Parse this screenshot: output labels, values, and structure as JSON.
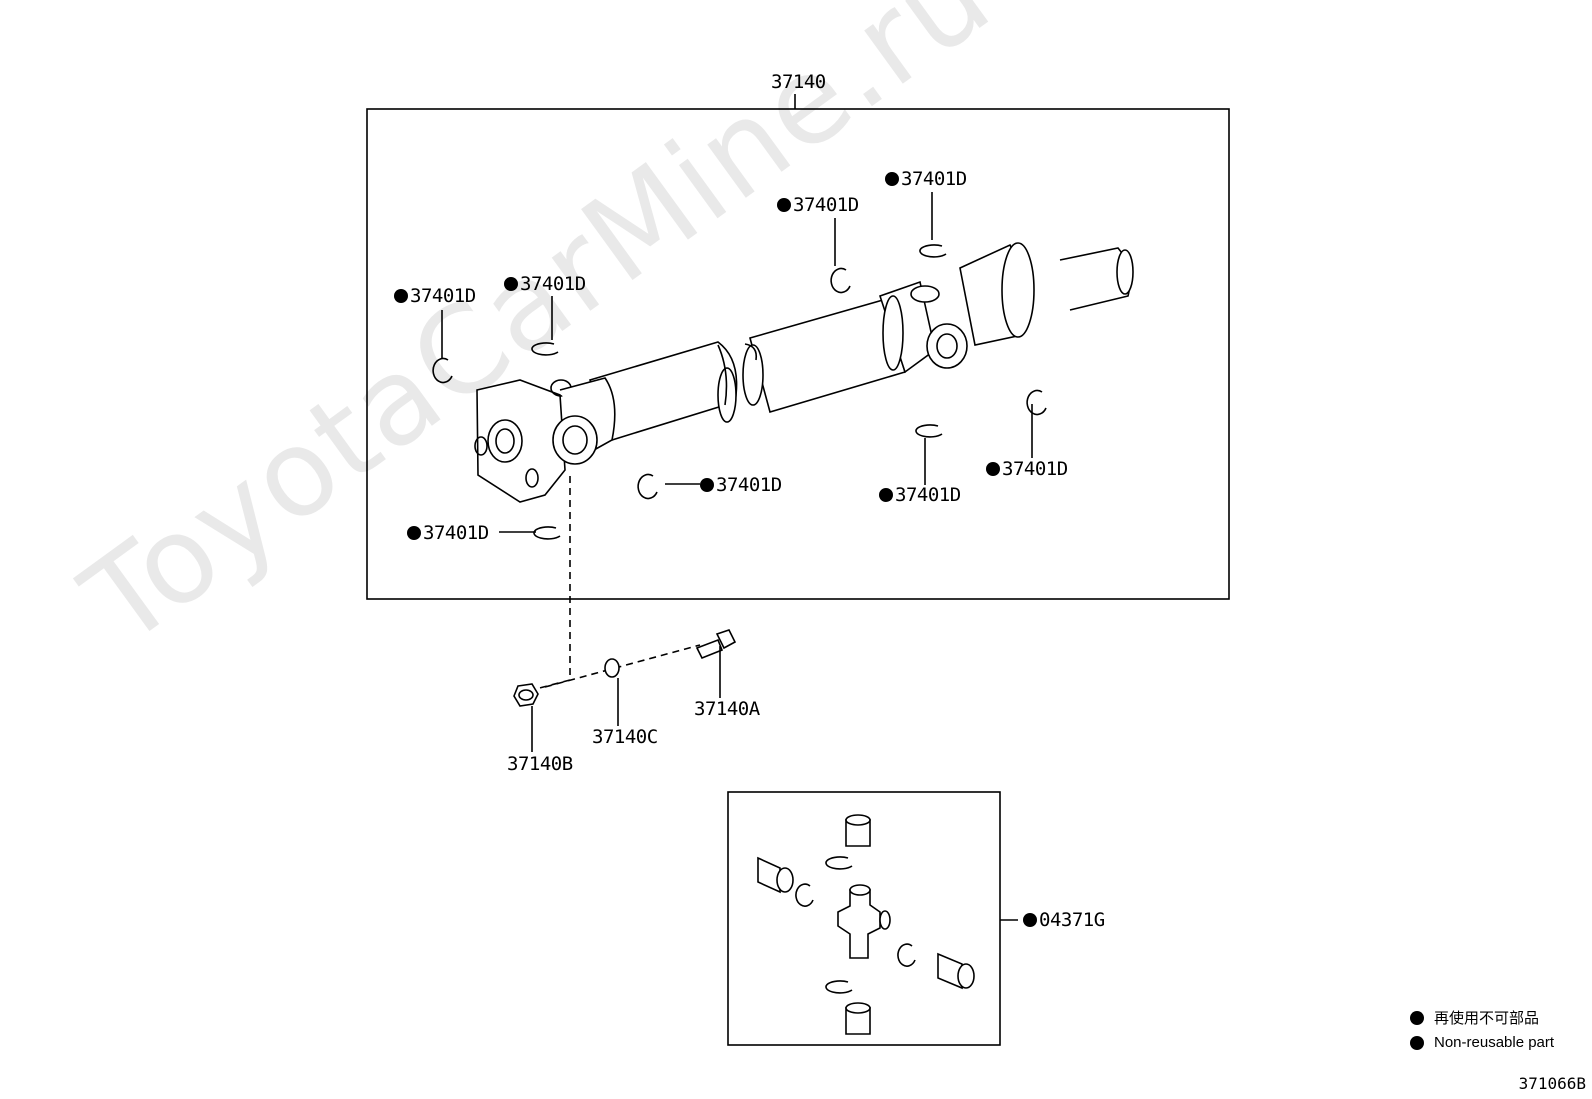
{
  "watermark": "ToyotaCarMine.ru",
  "callouts": {
    "assembly": "37140",
    "snap_ring_1": "37401D",
    "snap_ring_2": "37401D",
    "snap_ring_3": "37401D",
    "snap_ring_4": "37401D",
    "snap_ring_5": "37401D",
    "snap_ring_6": "37401D",
    "snap_ring_7": "37401D",
    "snap_ring_8": "37401D",
    "bolt": "37140A",
    "washer": "37140C",
    "nut": "37140B",
    "spider_kit": "04371G"
  },
  "legend": {
    "line_jp": "再使用不可部品",
    "line_en": "Non-reusable part"
  },
  "figure_code": "371066B",
  "colors": {
    "line": "#000000",
    "watermark": "#e9e9e9"
  }
}
